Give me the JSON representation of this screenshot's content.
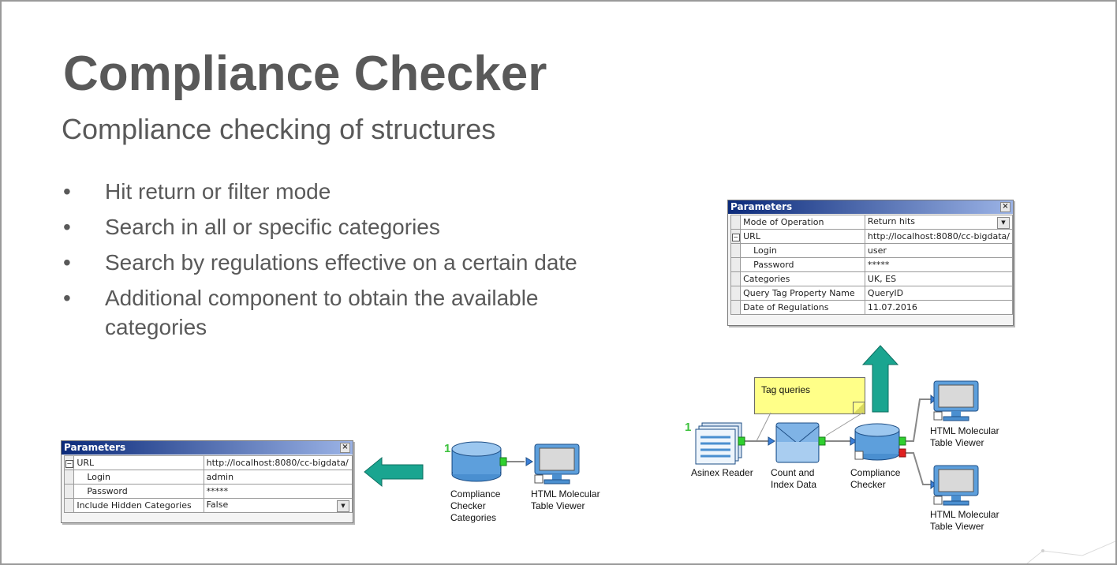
{
  "slide": {
    "title": "Compliance Checker",
    "subtitle": "Compliance checking of structures",
    "bullets": [
      "Hit return or filter mode",
      "Search in all or specific categories",
      "Search by regulations effective on a certain date",
      "Additional component to obtain the available categories"
    ],
    "bullet_symbol": "•"
  },
  "params_top": {
    "title": "Parameters",
    "close_glyph": "×",
    "rows": [
      {
        "label": "Mode of Operation",
        "value": "Return hits",
        "indent": false,
        "dropdown": true,
        "expander": ""
      },
      {
        "label": "URL",
        "value": "http://localhost:8080/cc-bigdata/",
        "indent": false,
        "dropdown": false,
        "expander": "−"
      },
      {
        "label": "Login",
        "value": "user",
        "indent": true,
        "dropdown": false,
        "expander": ""
      },
      {
        "label": "Password",
        "value": "*****",
        "indent": true,
        "dropdown": false,
        "expander": ""
      },
      {
        "label": "Categories",
        "value": "UK, ES",
        "indent": false,
        "dropdown": false,
        "expander": ""
      },
      {
        "label": "Query Tag Property Name",
        "value": "QueryID",
        "indent": false,
        "dropdown": false,
        "expander": ""
      },
      {
        "label": "Date of Regulations",
        "value": "11.07.2016",
        "indent": false,
        "dropdown": false,
        "expander": ""
      }
    ]
  },
  "params_bottom": {
    "title": "Parameters",
    "close_glyph": "×",
    "rows": [
      {
        "label": "URL",
        "value": "http://localhost:8080/cc-bigdata/",
        "indent": false,
        "dropdown": false,
        "expander": "−"
      },
      {
        "label": "Login",
        "value": "admin",
        "indent": true,
        "dropdown": false,
        "expander": ""
      },
      {
        "label": "Password",
        "value": "*****",
        "indent": true,
        "dropdown": false,
        "expander": ""
      },
      {
        "label": "Include Hidden Categories",
        "value": "False",
        "indent": false,
        "dropdown": true,
        "expander": ""
      }
    ]
  },
  "workflow_bottom": {
    "count": "1",
    "nodes": [
      {
        "name": "Compliance Checker Categories",
        "lines": [
          "Compliance",
          "Checker",
          "Categories"
        ]
      },
      {
        "name": "HTML Molecular Table Viewer",
        "lines": [
          "HTML Molecular",
          "Table Viewer"
        ]
      }
    ]
  },
  "workflow_right": {
    "count": "1",
    "note": "Tag queries",
    "nodes": [
      {
        "name": "Asinex Reader",
        "lines": [
          "Asinex Reader"
        ]
      },
      {
        "name": "Count and Index Data",
        "lines": [
          "Count and",
          "Index Data"
        ]
      },
      {
        "name": "Compliance Checker",
        "lines": [
          "Compliance",
          "Checker"
        ]
      },
      {
        "name": "HTML Molecular Table Viewer",
        "lines": [
          "HTML Molecular",
          "Table Viewer"
        ]
      },
      {
        "name": "HTML Molecular Table Viewer",
        "lines": [
          "HTML Molecular",
          "Table Viewer"
        ]
      }
    ]
  },
  "colors": {
    "arrow": "#1aa590",
    "title_text": "#595959",
    "node_blue": "#4a8fd0",
    "port_green": "#2fd02f",
    "port_red": "#e02020"
  },
  "icons": [
    "close-icon",
    "dropdown-icon",
    "collapse-icon",
    "database-icon",
    "monitor-icon",
    "reader-icon",
    "envelope-icon",
    "arrow-left-icon",
    "arrow-up-icon"
  ]
}
